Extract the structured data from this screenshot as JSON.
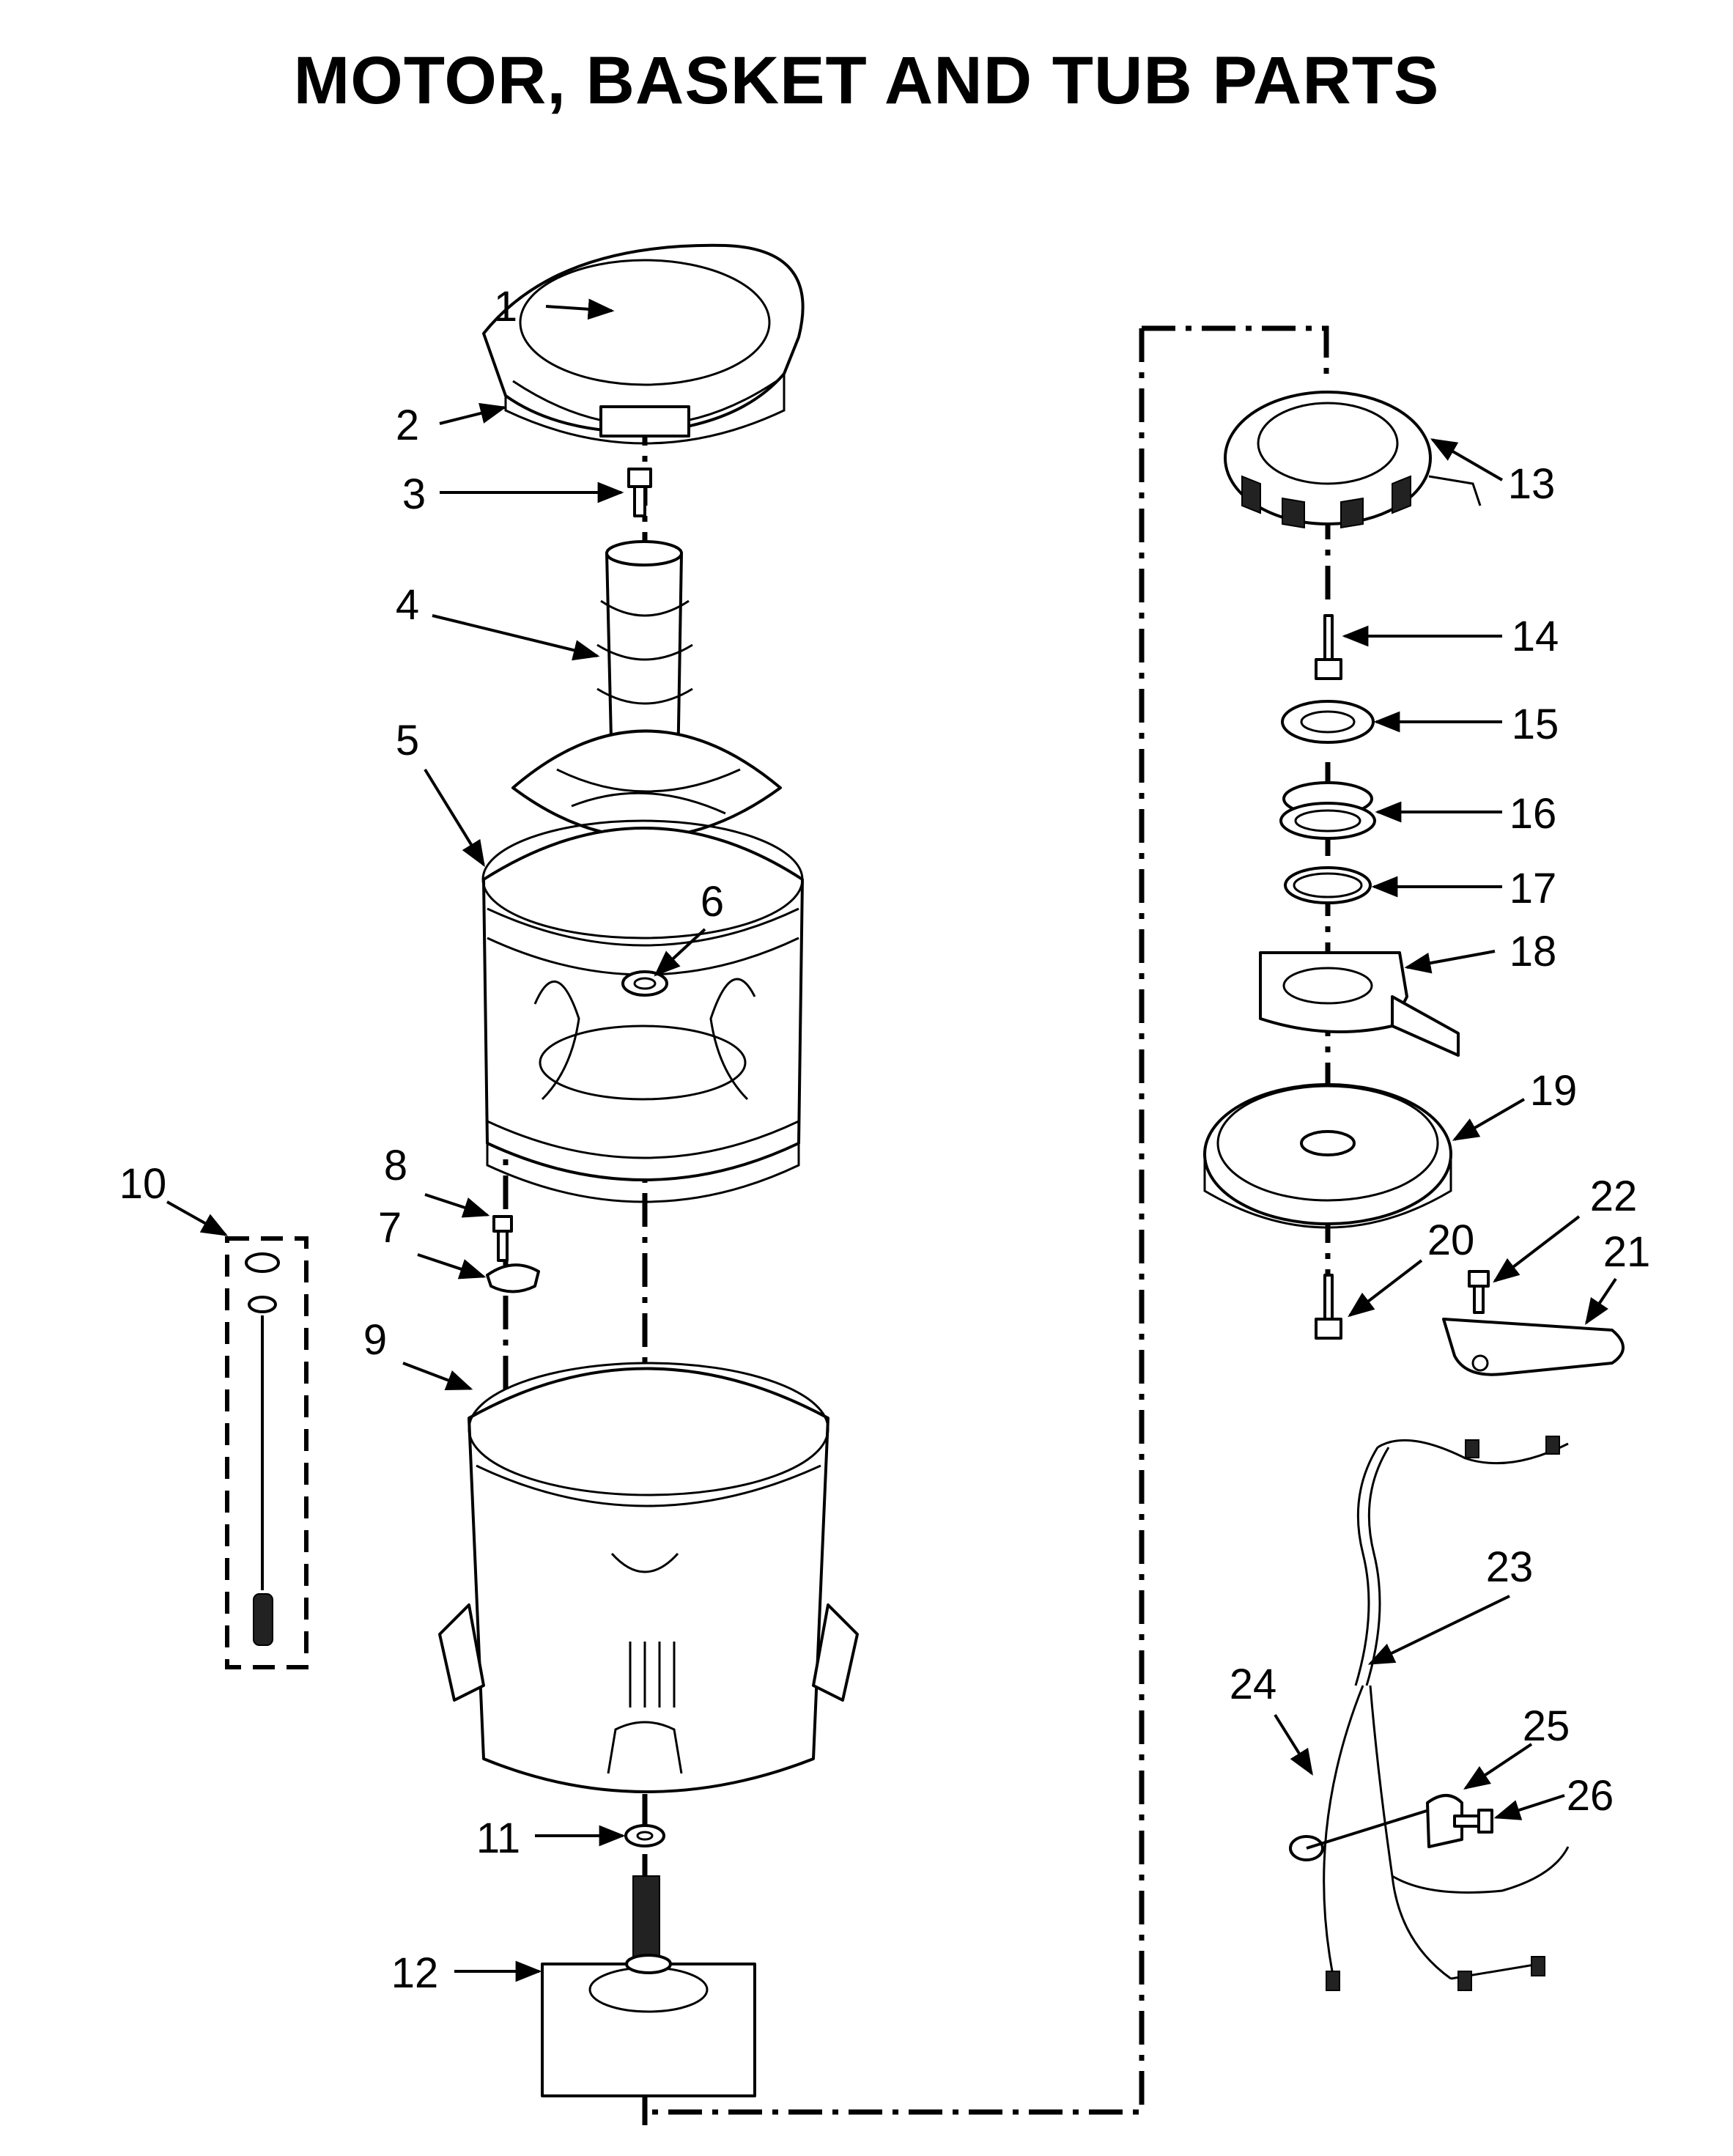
{
  "title": "MOTOR, BASKET AND TUB PARTS",
  "callouts": [
    {
      "id": "1",
      "label": "1"
    },
    {
      "id": "2",
      "label": "2"
    },
    {
      "id": "3",
      "label": "3"
    },
    {
      "id": "4",
      "label": "4"
    },
    {
      "id": "5",
      "label": "5"
    },
    {
      "id": "6",
      "label": "6"
    },
    {
      "id": "7",
      "label": "7"
    },
    {
      "id": "8",
      "label": "8"
    },
    {
      "id": "9",
      "label": "9"
    },
    {
      "id": "10",
      "label": "10"
    },
    {
      "id": "11",
      "label": "11"
    },
    {
      "id": "12",
      "label": "12"
    },
    {
      "id": "13",
      "label": "13"
    },
    {
      "id": "14",
      "label": "14"
    },
    {
      "id": "15",
      "label": "15"
    },
    {
      "id": "16",
      "label": "16"
    },
    {
      "id": "17",
      "label": "17"
    },
    {
      "id": "18",
      "label": "18"
    },
    {
      "id": "19",
      "label": "19"
    },
    {
      "id": "20",
      "label": "20"
    },
    {
      "id": "21",
      "label": "21"
    },
    {
      "id": "22",
      "label": "22"
    },
    {
      "id": "23",
      "label": "23"
    },
    {
      "id": "24",
      "label": "24"
    },
    {
      "id": "25",
      "label": "25"
    },
    {
      "id": "26",
      "label": "26"
    }
  ]
}
